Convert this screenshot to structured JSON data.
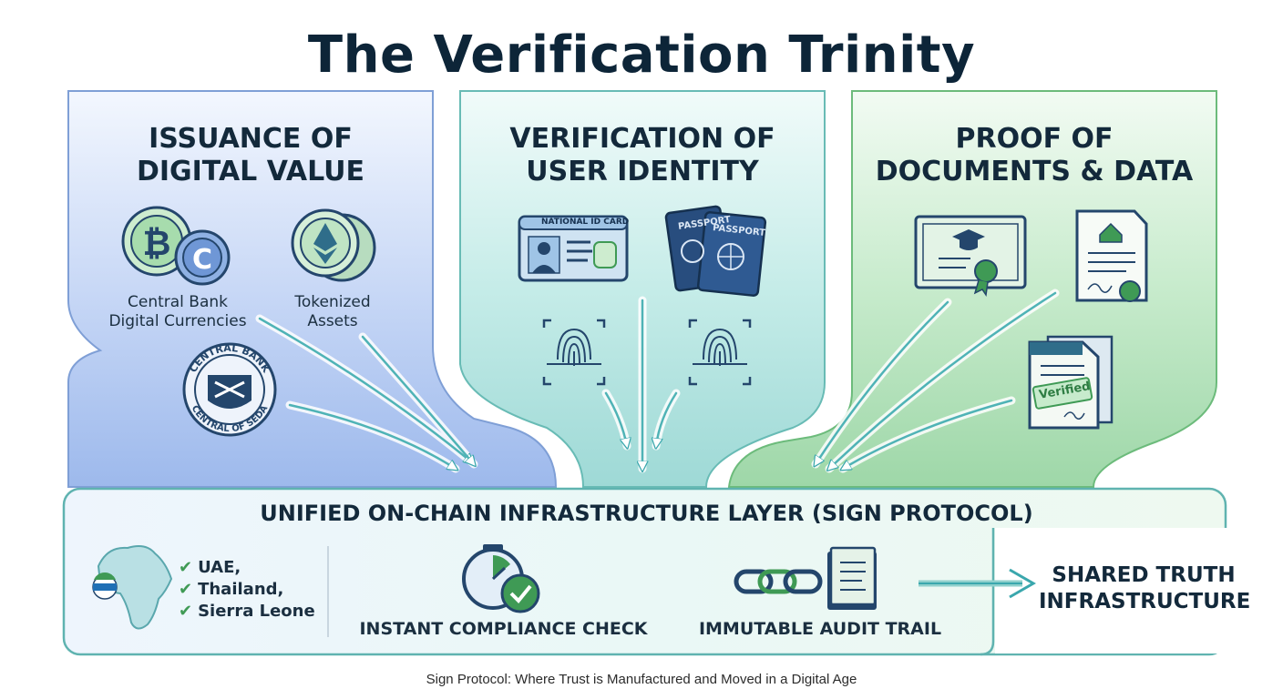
{
  "title": "The Verification Trinity",
  "columns": [
    {
      "heading": [
        "ISSUANCE OF",
        "DIGITAL VALUE"
      ],
      "items": [
        "Central Bank\nDigital Currencies",
        "Tokenized\nAssets"
      ],
      "seal_text": [
        "CENTRAL BANK",
        "CENTRAL OF SEDA"
      ],
      "coin_symbols": [
        "₿",
        "C"
      ]
    },
    {
      "heading": [
        "VERIFICATION OF",
        "USER IDENTITY"
      ],
      "id_card_label": "NATIONAL ID CARD",
      "passport_label": "PASSPORT"
    },
    {
      "heading": [
        "PROOF OF",
        "DOCUMENTS & DATA"
      ],
      "stamp_text": "Verified"
    }
  ],
  "infrastructure": {
    "title": "UNIFIED ON-CHAIN INFRASTRUCTURE LAYER (SIGN PROTOCOL)",
    "countries": [
      "UAE,",
      "Thailand,",
      "Sierra Leone"
    ],
    "features": [
      "INSTANT COMPLIANCE CHECK",
      "IMMUTABLE AUDIT TRAIL"
    ]
  },
  "output": [
    "SHARED TRUTH",
    "INFRASTRUCTURE"
  ],
  "caption": "Sign Protocol: Where Trust is Manufactured and Moved in a Digital Age",
  "colors": {
    "blue_panel": "#a9c2ee",
    "teal_panel": "#a7e0dc",
    "green_panel": "#a9dfb4",
    "dark_navy": "#24466c",
    "accent_green": "#3f9a55",
    "arrow_glow": "#dff7f6"
  }
}
